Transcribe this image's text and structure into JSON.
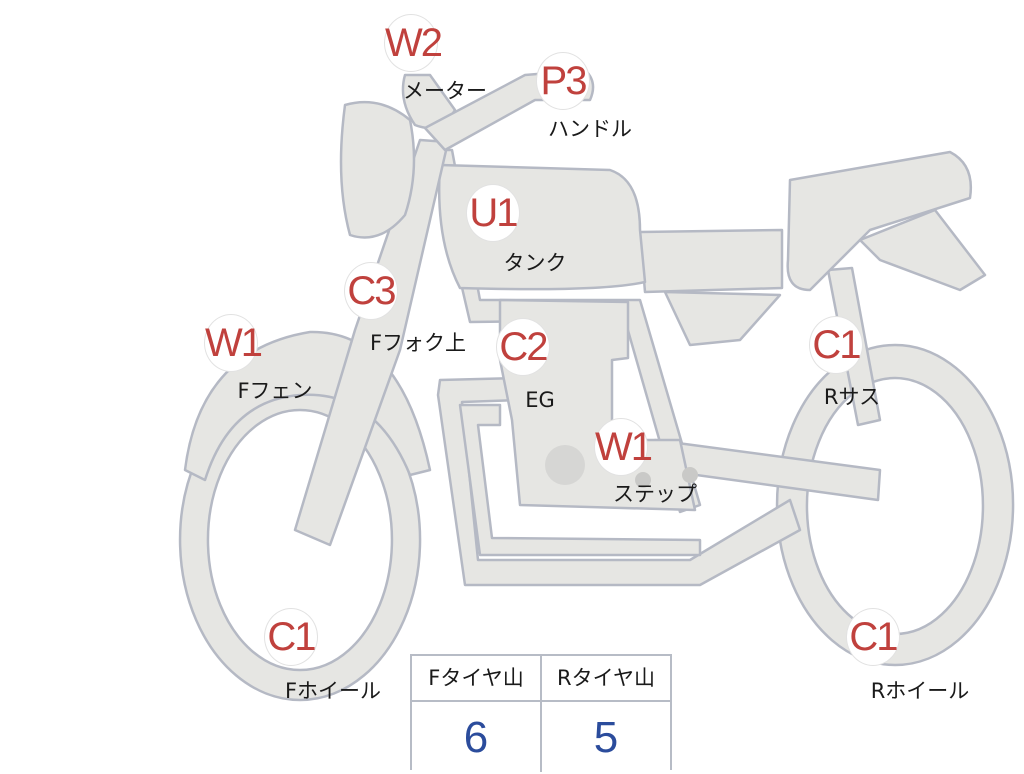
{
  "markers": [
    {
      "code": "W2",
      "label": "メーター"
    },
    {
      "code": "P3",
      "label": "ハンドル"
    },
    {
      "code": "U1",
      "label": "タンク"
    },
    {
      "code": "C3",
      "label": "Fフォク上"
    },
    {
      "code": "W1",
      "label": "Fフェン"
    },
    {
      "code": "C2",
      "label": "EG"
    },
    {
      "code": "C1",
      "label": "Rサス"
    },
    {
      "code": "W1",
      "label": "ステップ"
    },
    {
      "code": "C1",
      "label": "Fホイール"
    },
    {
      "code": "C1",
      "label": "Rホイール"
    }
  ],
  "tire_table": {
    "headers": [
      "Fタイヤ山",
      "Rタイヤ山"
    ],
    "values": [
      "6",
      "5"
    ]
  },
  "colors": {
    "part_fill": "#e6e6e3",
    "part_stroke": "#b5b9c4",
    "code_red": "#c0413d",
    "value_blue": "#2b4c9c"
  }
}
